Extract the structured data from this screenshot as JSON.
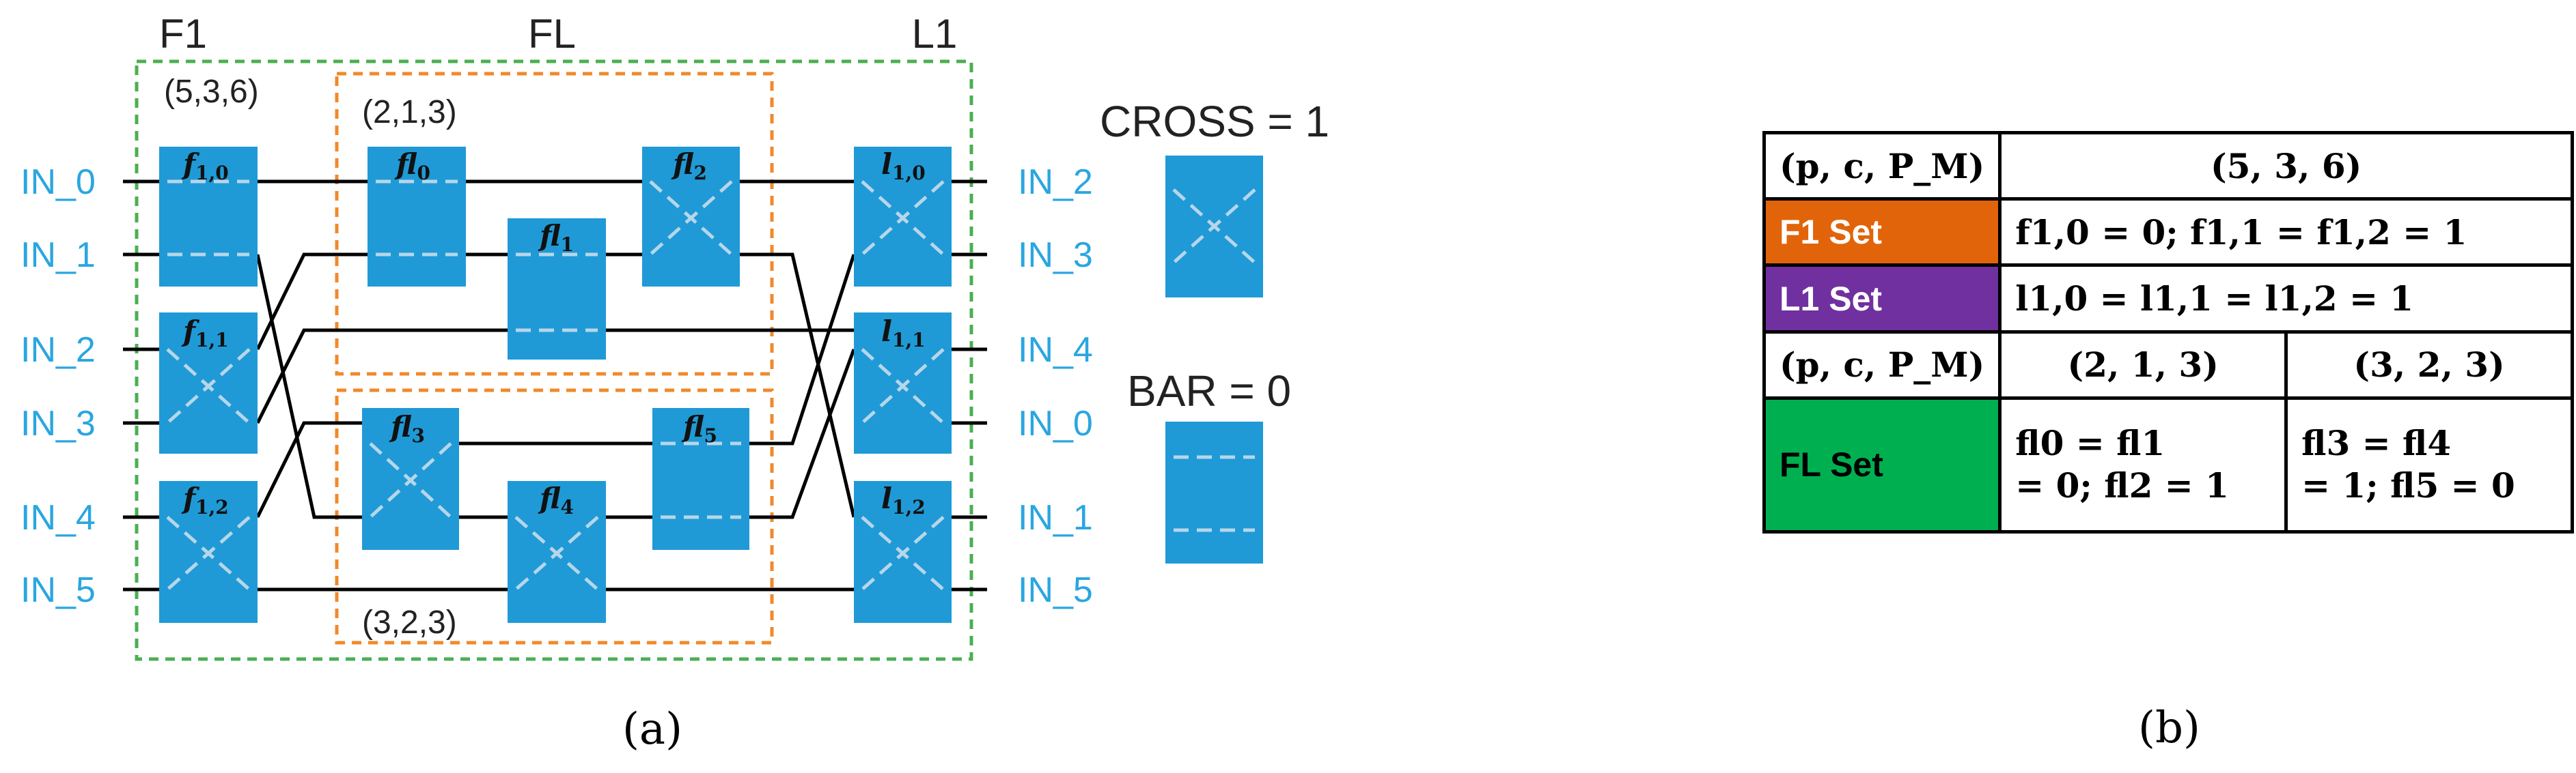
{
  "colors": {
    "switch_fill": "#1f9ad6",
    "inner_line": "#b7d6ea",
    "port_text": "#2aa6e0",
    "green_border": "#4caf50",
    "orange_border": "#f08a2a",
    "f1_set": "#e2640a",
    "l1_set": "#7030a0",
    "fl_set": "#00b050"
  },
  "figure_a": {
    "panel_label": "(a)",
    "group_titles": {
      "f1": "F1",
      "fl": "FL",
      "l1": "L1"
    },
    "params": {
      "outer": "(5,3,6)",
      "fl_top": "(2,1,3)",
      "fl_bottom": "(3,2,3)"
    },
    "inputs": [
      "IN_0",
      "IN_1",
      "IN_2",
      "IN_3",
      "IN_4",
      "IN_5"
    ],
    "outputs": [
      "IN_2",
      "IN_3",
      "IN_4",
      "IN_0",
      "IN_1",
      "IN_5"
    ],
    "switches": {
      "f10": {
        "base": "f",
        "sub": "1,0"
      },
      "f11": {
        "base": "f",
        "sub": "1,1"
      },
      "f12": {
        "base": "f",
        "sub": "1,2"
      },
      "fl0": {
        "base": "fl",
        "sub": "0"
      },
      "fl1": {
        "base": "fl",
        "sub": "1"
      },
      "fl2": {
        "base": "fl",
        "sub": "2"
      },
      "fl3": {
        "base": "fl",
        "sub": "3"
      },
      "fl4": {
        "base": "fl",
        "sub": "4"
      },
      "fl5": {
        "base": "fl",
        "sub": "5"
      },
      "l10": {
        "base": "l",
        "sub": "1,0"
      },
      "l11": {
        "base": "l",
        "sub": "1,1"
      },
      "l12": {
        "base": "l",
        "sub": "1,2"
      }
    },
    "legend": {
      "cross": "CROSS = 1",
      "bar": "BAR = 0"
    }
  },
  "figure_b": {
    "panel_label": "(b)",
    "row1": {
      "label": "(p, c, P_M)",
      "value": "(5, 3, 6)"
    },
    "row2": {
      "label": "F1 Set",
      "value": "f1,0 = 0; f1,1 = f1,2 = 1"
    },
    "row3": {
      "label": "L1 Set",
      "value": "l1,0 = l1,1 = l1,2 = 1"
    },
    "row4": {
      "label": "(p, c, P_M)",
      "value_a": "(2, 1, 3)",
      "value_b": "(3, 2, 3)"
    },
    "row5": {
      "label": "FL Set",
      "value_a_line1": "fl0 = fl1",
      "value_a_line2": "= 0; fl2 = 1",
      "value_b_line1": "fl3 = fl4",
      "value_b_line2": "= 1; fl5 = 0"
    }
  }
}
